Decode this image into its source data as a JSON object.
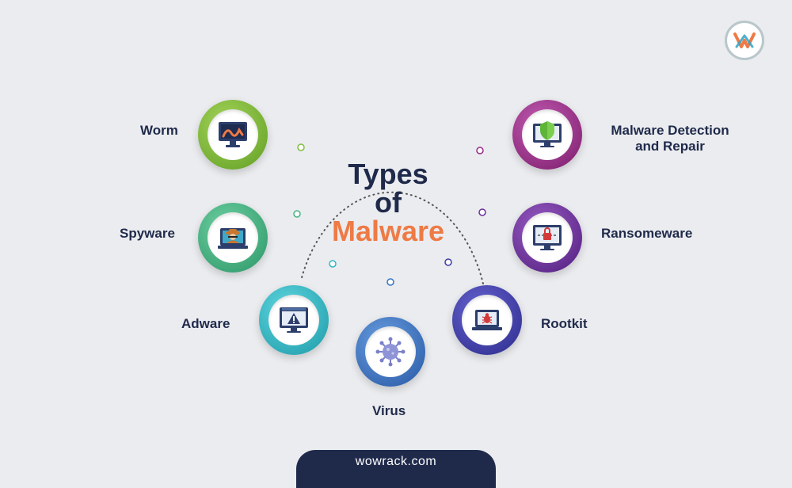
{
  "title": {
    "line1": "Types",
    "line2": "of",
    "line3": "Malware"
  },
  "items": [
    {
      "id": "worm",
      "label": "Worm",
      "icon": "worm-monitor-icon",
      "color": "#7fbf3d"
    },
    {
      "id": "spyware",
      "label": "Spyware",
      "icon": "spy-laptop-icon",
      "color": "#46b483"
    },
    {
      "id": "adware",
      "label": "Adware",
      "icon": "warning-monitor-icon",
      "color": "#2fb8c4"
    },
    {
      "id": "virus",
      "label": "Virus",
      "icon": "virus-icon",
      "color": "#3573c4"
    },
    {
      "id": "rootkit",
      "label": "Rootkit",
      "icon": "bug-laptop-icon",
      "color": "#3d3aa8"
    },
    {
      "id": "ransomeware",
      "label": "Ransomeware",
      "icon": "locked-monitor-icon",
      "color": "#6b2e9c"
    },
    {
      "id": "malware-detection",
      "label": "Malware Detection and Repair",
      "label_line1": "Malware Detection",
      "label_line2": "and Repair",
      "icon": "shield-monitor-icon",
      "color": "#9b2a8c"
    }
  ],
  "footer": {
    "text": "wowrack.com"
  },
  "logo": {
    "icon": "wowrack-logo-icon"
  },
  "colors": {
    "title": "#1f2a4b",
    "accent": "#ee7a45",
    "background": "#ebecef"
  }
}
